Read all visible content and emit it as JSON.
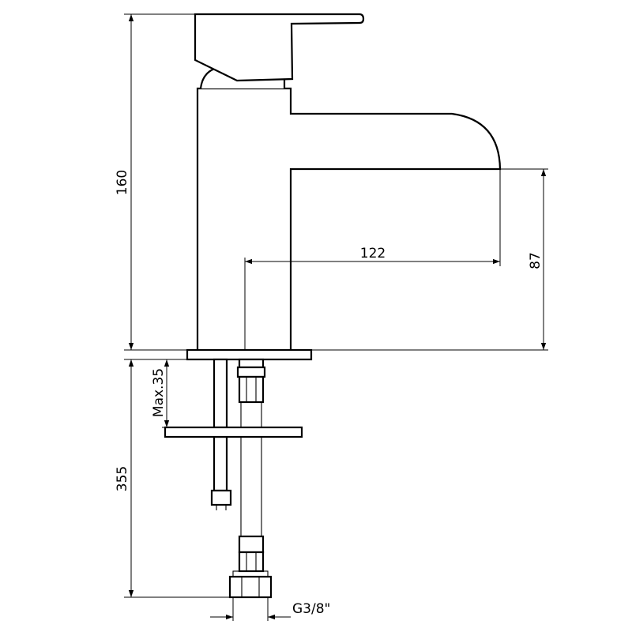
{
  "dimensions": {
    "total_height": "160",
    "spout_reach": "122",
    "spout_height": "87",
    "max_deck_thickness": "Max.35",
    "hose_length": "355",
    "connection_thread": "G3/8\""
  },
  "colors": {
    "line": "#000000",
    "background": "#ffffff"
  }
}
